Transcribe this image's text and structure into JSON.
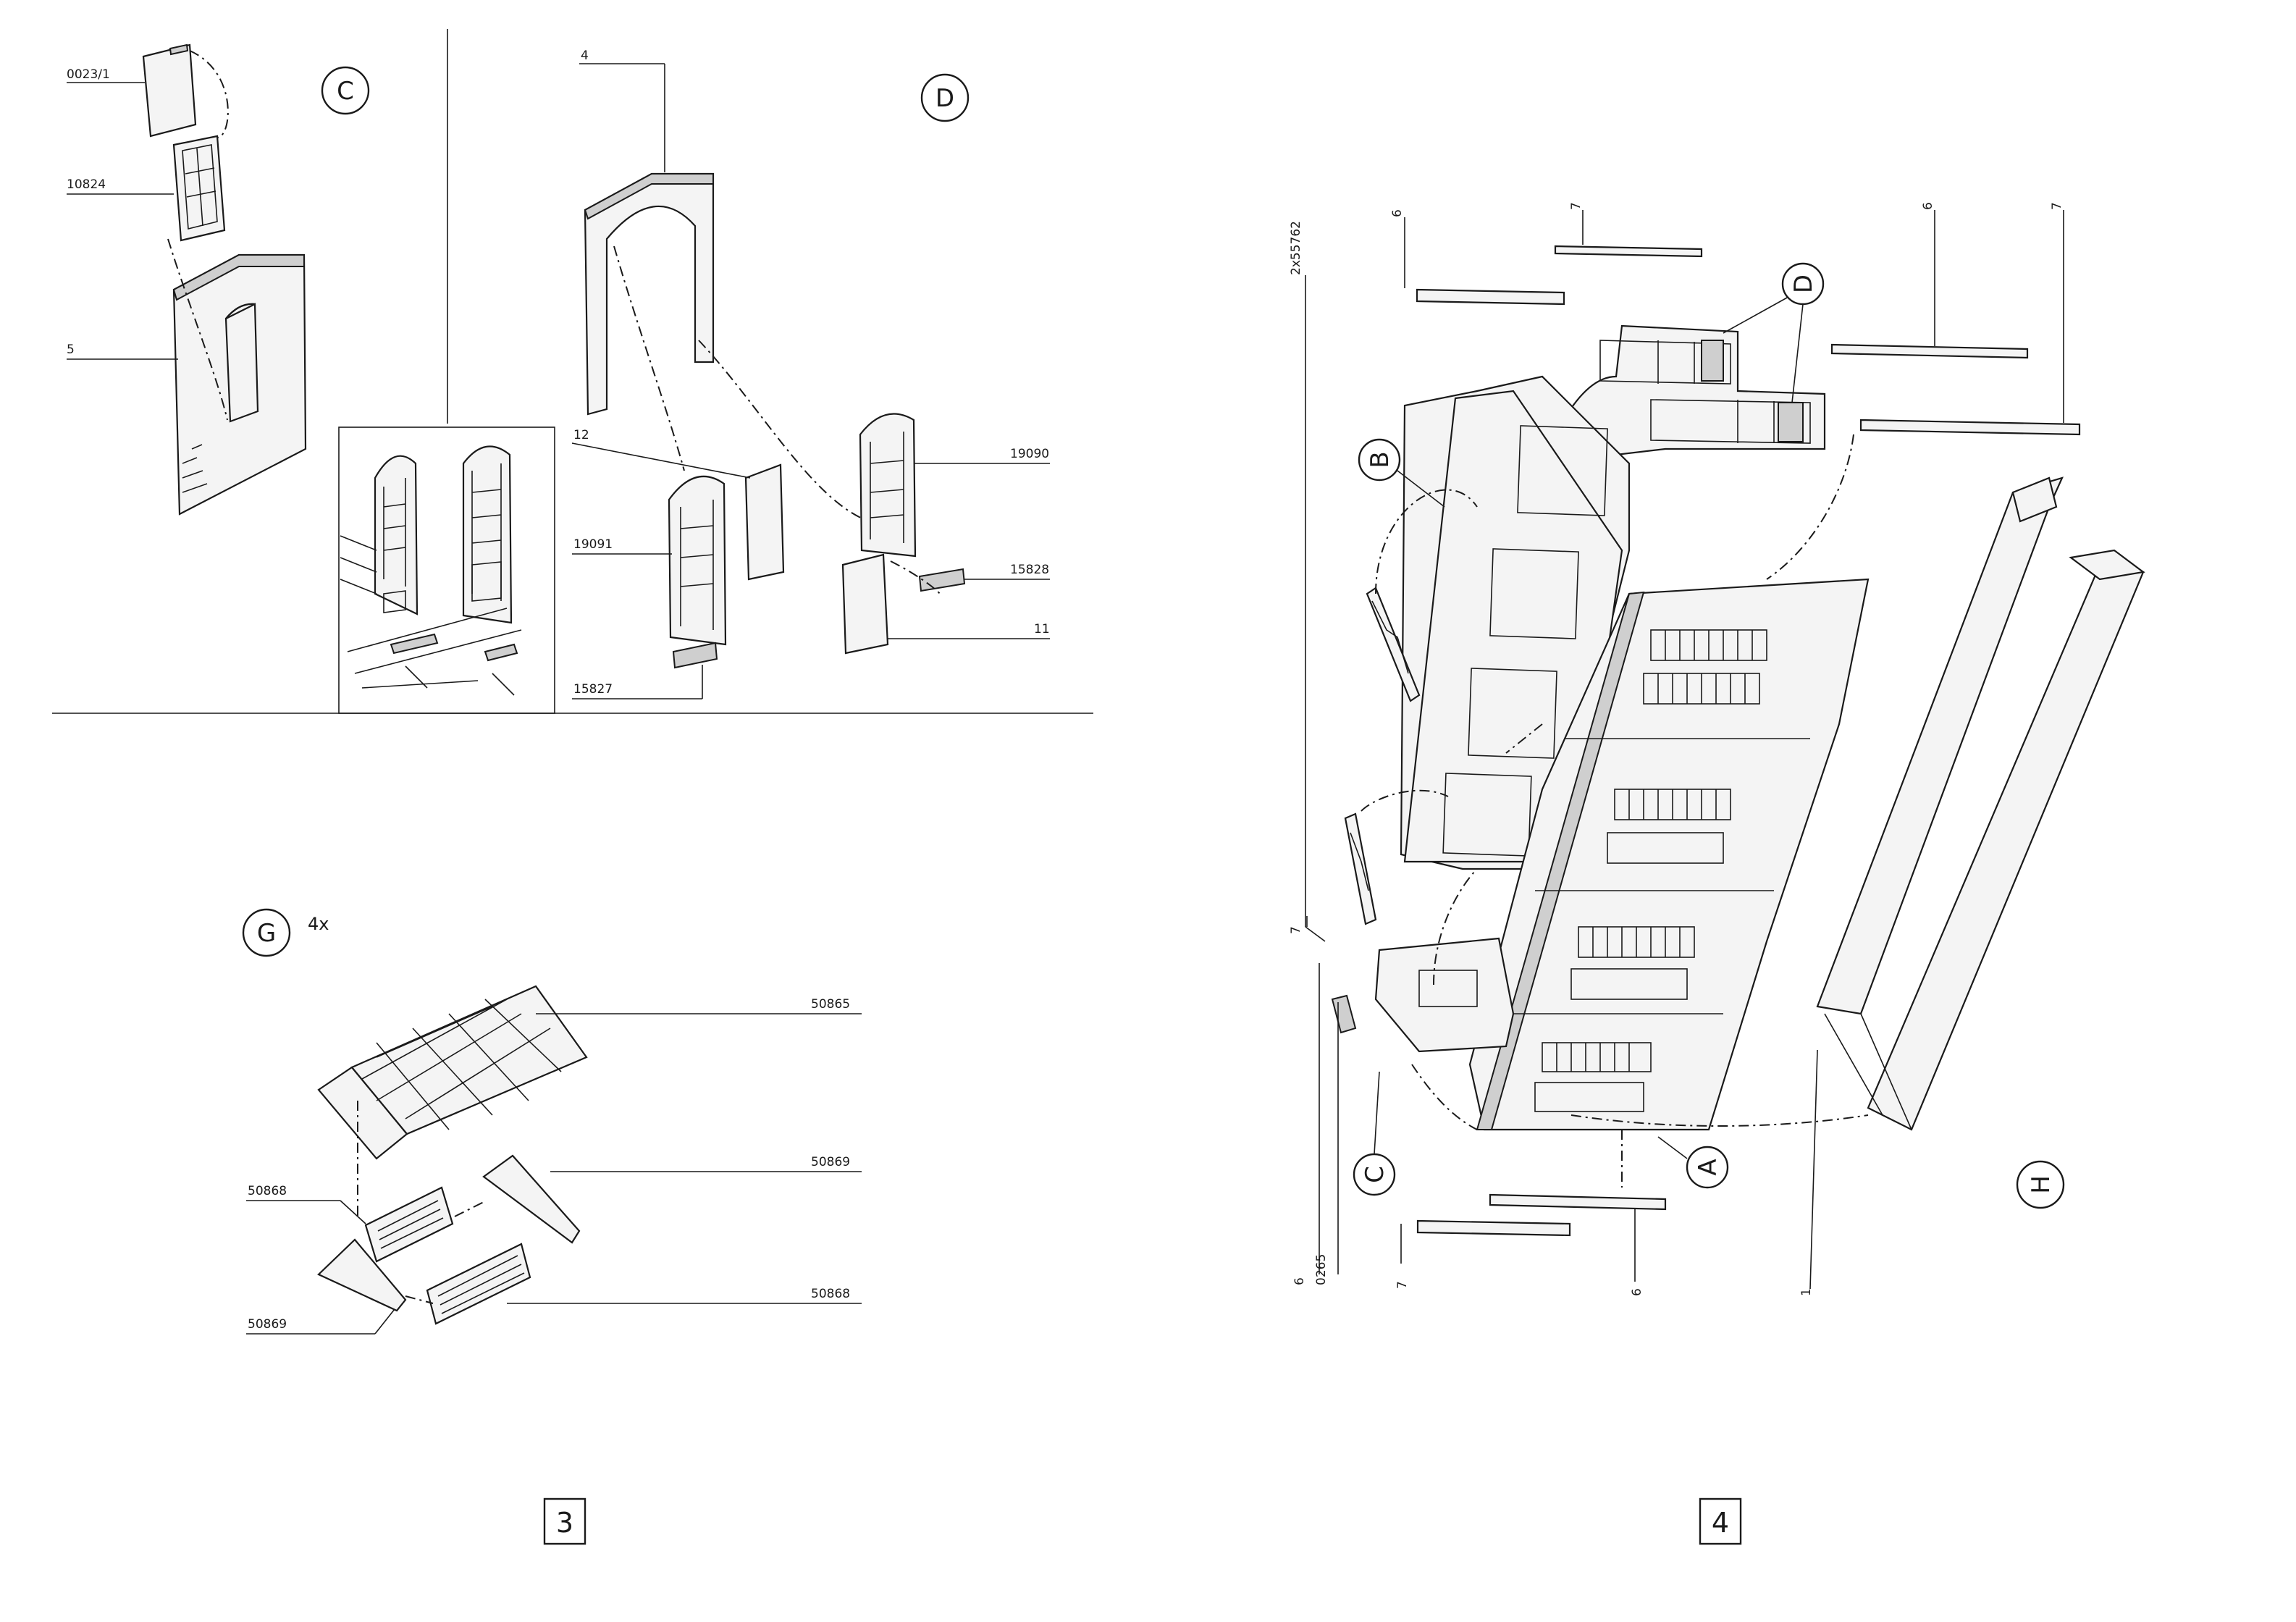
{
  "page3": {
    "number": "3",
    "section_c": {
      "marker": "C",
      "labels": {
        "pane": "0023/1",
        "window": "10824",
        "wall": "5"
      }
    },
    "section_d": {
      "marker": "D",
      "labels": {
        "arch_wall": "4",
        "door_panel": "12",
        "door_right": "19090",
        "door_left": "19091",
        "hinge_right": "15828",
        "glass": "11",
        "hinge_left": "15827"
      }
    },
    "section_g": {
      "marker": "G",
      "multiplier": "4x",
      "labels": {
        "roof": "50865",
        "gable_upper": "50869",
        "vent_upper": "50868",
        "gable_lower": "50869",
        "vent_lower": "50868"
      }
    }
  },
  "page4": {
    "number": "4",
    "section_h": {
      "marker": "H",
      "callouts": {
        "a": "A",
        "b": "B",
        "c": "C",
        "d": "D"
      },
      "labels": {
        "top_count": "2x55762",
        "strip_6_top": "6",
        "strip_7_top": "7",
        "strip_6_right": "6",
        "strip_7_right": "7",
        "truss_7": "7",
        "bottom_6": "6",
        "bottom_0265": "0265",
        "bottom_7": "7",
        "bottom_6b": "6",
        "frame_1": "1"
      }
    }
  }
}
